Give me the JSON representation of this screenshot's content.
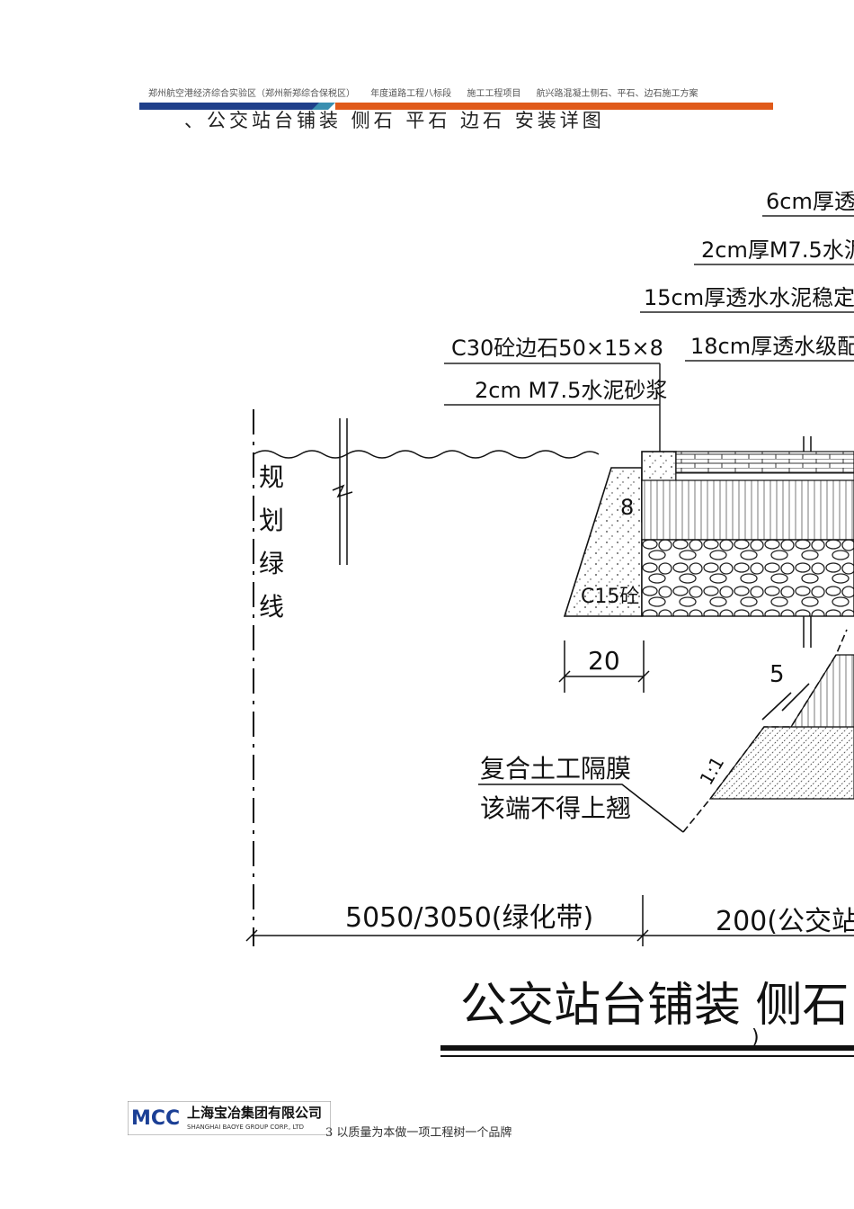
{
  "header": {
    "project": "郑州航空港经济综合实验区（郑州新郑综合保税区）",
    "segment": "年度道路工程八标段",
    "item": "施工工程项目",
    "plan": "航兴路混凝土侧石、平石、边石施工方案"
  },
  "section_title": "、公交站台铺装 侧石 平石 边石 安装详图",
  "drawing": {
    "layers": [
      "6cm厚透",
      "2cm厚M7.5水泥",
      "15cm厚透水水泥稳定",
      "18cm厚透水级配"
    ],
    "curb_stone": "C30砼边石50×15×8",
    "mortar": "2cm M7.5水泥砂浆",
    "planning_line": [
      "规",
      "划",
      "绿",
      "线"
    ],
    "dim_8": "8",
    "concrete_base": "C15砼",
    "dim_20": "20",
    "dim_5": "5",
    "slope": "1:1",
    "geomembrane": [
      "复合土工隔膜",
      "该端不得上翘"
    ],
    "green_belt_width": "5050/3050(绿化带)",
    "bus_platform_width": "200(公交站",
    "drawing_title": "公交站台铺装 侧石 ",
    "stray_mark": ")"
  },
  "footer": {
    "page_number": "3",
    "slogan": "以质量为本做一项工程树一个品牌",
    "logo_mark": "MCC",
    "logo_cn": "上海宝冶集团有限公司",
    "logo_en": "SHANGHAI BAOYE GROUP CORP., LTD"
  },
  "colors": {
    "header_bar_blue": "#1f3f8a",
    "header_bar_orange": "#e05a1a",
    "logo_blue": "#1b3f95"
  }
}
